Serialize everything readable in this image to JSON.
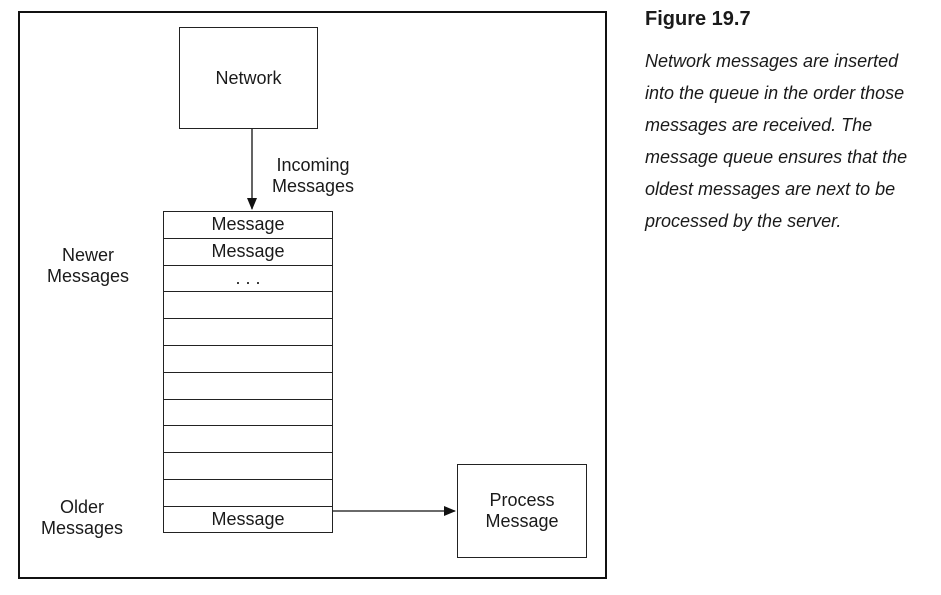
{
  "figure": {
    "title": "Figure 19.7",
    "caption_lines": [
      "Network messages are inserted",
      "into the queue in the order those",
      "messages are received. The",
      "message queue ensures that the",
      "oldest messages are next to be",
      "processed by the server."
    ]
  },
  "diagram": {
    "network_label": "Network",
    "incoming_label": [
      "Incoming",
      "Messages"
    ],
    "newer_label": [
      "Newer",
      "Messages"
    ],
    "older_label": [
      "Older",
      "Messages"
    ],
    "process_label": [
      "Process",
      "Message"
    ],
    "queue_cells": [
      "Message",
      "Message",
      ". . .",
      "",
      "",
      "",
      "",
      "",
      "",
      "",
      "",
      "Message"
    ]
  }
}
